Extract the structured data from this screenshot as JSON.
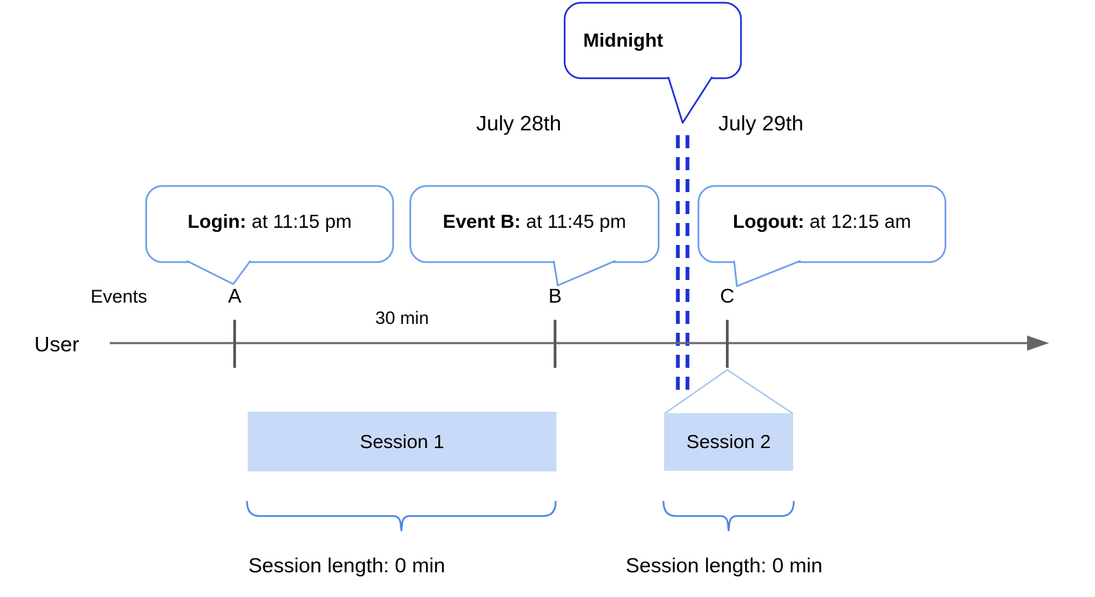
{
  "diagram": {
    "midnight_callout": {
      "label": "Midnight"
    },
    "dates": {
      "left": "July 28th",
      "right": "July 29th"
    },
    "axis": {
      "events_label": "Events",
      "user_label": "User",
      "interval_label": "30 min",
      "markers": {
        "a": "A",
        "b": "B",
        "c": "C"
      }
    },
    "callouts": [
      {
        "title": "Login:",
        "detail": " at 11:15 pm"
      },
      {
        "title": "Event B:",
        "detail": " at 11:45 pm"
      },
      {
        "title": "Logout:",
        "detail": " at 12:15 am"
      }
    ],
    "sessions": [
      {
        "label": "Session 1",
        "length_label": "Session length: 0 min"
      },
      {
        "label": "Session 2",
        "length_label": "Session length: 0 min"
      }
    ],
    "colors": {
      "midnight_blue": "#1c2fd6",
      "callout_border_blue": "#6d9eeb",
      "brace_blue": "#4a86e8",
      "funnel_light_blue": "#a4c2f4",
      "session_fill": "#c9daf8",
      "axis_gray": "#666666"
    }
  }
}
